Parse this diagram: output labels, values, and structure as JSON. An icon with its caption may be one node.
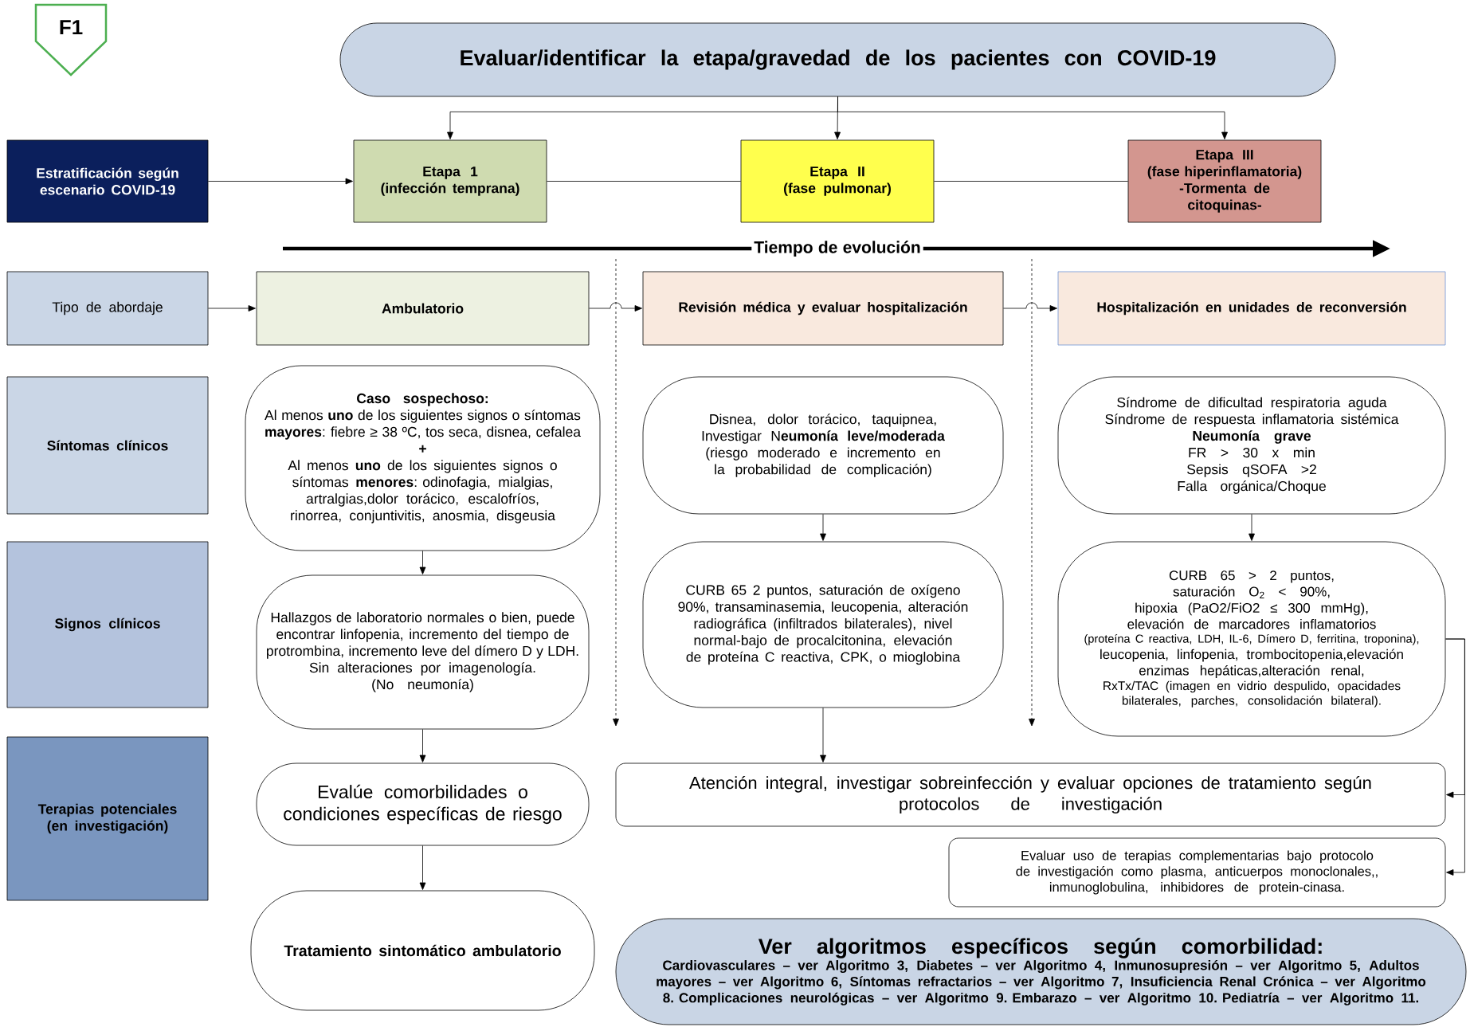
{
  "diagram": {
    "nodes": [
      {
        "text": [
          "F1"
        ]
      },
      {
        "text": [
          "Evaluar/identificar la etapa/gravedad de los pacientes con COVID-19"
        ]
      },
      {
        "text": [
          "Estratificación según escenario COVID-19"
        ]
      },
      {
        "text": [
          "Etapa 1",
          "(infección temprana)"
        ]
      },
      {
        "text": [
          "Etapa II",
          "(fase pulmonar)"
        ]
      },
      {
        "text": [
          "Etapa III",
          "(fase hiperinflamatoria)",
          "-Tormenta de citoquinas-"
        ]
      },
      {
        "text": [
          "Tipo de abordaje"
        ]
      },
      {
        "text": [
          "Ambulatorio"
        ]
      },
      {
        "text": [
          "Revisión médica y evaluar hospitalización"
        ]
      },
      {
        "text": [
          "Hospitalización en unidades de reconversión"
        ]
      },
      {
        "text": [
          "Síntomas clínicos"
        ]
      },
      {
        "text": [
          "Signos clínicos"
        ]
      },
      {
        "text": [
          "Terapias potenciales (en investigación)"
        ]
      },
      {
        "text": [
          "Caso sospechoso:",
          "Al menos **uno** de los siguientes signos o síntomas **mayores**: fiebre ≥ 38 ºC, tos seca, disnea, cefalea",
          "+",
          "Al menos **uno** de los siguientes signos o síntomas **menores**: odinofagia, mialgias, artralgias,dolor torácico, escalofríos, rinorrea, conjuntivitis, anosmia, disgeusia"
        ]
      },
      {
        "text": [
          "Disnea, dolor torácico, taquipnea,",
          "Investigar N**eumonía leve/moderada**",
          "(riesgo moderado e incremento en la probabilidad de complicación)"
        ]
      },
      {
        "text": [
          "Síndrome de dificultad respiratoria aguda",
          "Síndrome de respuesta inflamatoria sistémica",
          "Neumonía grave",
          "FR > 30 x min",
          "Sepsis qSOFA >2",
          "Falla orgánica/Choque"
        ]
      },
      {
        "text": [
          "Hallazgos de laboratorio normales o bien, puede encontrar linfopenia, incremento del tiempo de protrombina, incremento leve del dímero D y LDH.",
          "Sin alteraciones por imagenología.",
          "(No neumonía)"
        ]
      },
      {
        "text": [
          "CURB 65 2 puntos,  saturación de oxígeno 90%, transaminasemia, leucopenia, alteración radiográfica (infiltrados bilaterales), nivel normal-bajo de procalcitonina, elevación de proteína C reactiva, CPK, o mioglobina"
        ]
      },
      {
        "text": [
          "CURB 65 > 2 puntos,",
          "saturación O$_{2}$ < 90%,",
          "hipoxia (PaO2/FiO2 ≤ 300 mmHg),",
          "elevación de marcadores inflamatorios",
          "(proteína C reactiva, LDH, IL-6, Dímero D, ferritina, troponina),",
          "leucopenia, linfopenia, trombocitopenia,elevación enzimas hepáticas,alteración renal,",
          "RxTx/TAC (imagen en vidrio despulido, opacidades bilaterales, parches, consolidación bilateral)."
        ]
      },
      {
        "text": [
          "Evalúe comorbilidades o condiciones específicas de riesgo"
        ]
      },
      {
        "text": [
          "Atención integral, investigar sobreinfección y evaluar opciones de tratamiento según protocolos de investigación"
        ]
      },
      {
        "text": [
          "Evaluar uso de terapias complementarias bajo protocolo de investigación como plasma, anticuerpos monoclonales,, inmunoglobulina, inhibidores de protein-cinasa."
        ]
      },
      {
        "text": [
          "Tratamiento sintomático ambulatorio"
        ]
      },
      {
        "text": [
          "Ver algoritmos específicos según comorbilidad:",
          "Cardiovasculares – ver Algoritmo 3, Diabetes – ver Algoritmo 4, Inmunosupresión – ver Algoritmo 5, Adultos mayores – ver Algoritmo 6, Síntomas refractarios – ver Algoritmo 7, Insuficiencia Renal Crónica – ver Algoritmo 8. Complicaciones neurológicas – ver Algoritmo 9. Embarazo – ver Algoritmo 10. Pediatría – ver Algoritmo 11."
        ]
      }
    ],
    "edges": [
      {
        "from": 1,
        "to": 3,
        "arrow": "to"
      },
      {
        "from": 1,
        "to": 4,
        "arrow": "to"
      },
      {
        "from": 1,
        "to": 5,
        "arrow": "to"
      },
      {
        "from": 2,
        "to": 3,
        "arrow": "to"
      },
      {
        "from": 3,
        "to": 4,
        "arrow": "none"
      },
      {
        "from": 4,
        "to": 5,
        "arrow": "none"
      },
      {
        "from": 6,
        "to": 7,
        "arrow": "to"
      },
      {
        "from": 7,
        "to": 8,
        "arrow": "to"
      },
      {
        "from": 8,
        "to": 9,
        "arrow": "to"
      },
      {
        "from": 13,
        "to": 16,
        "arrow": "to"
      },
      {
        "from": 16,
        "to": 19,
        "arrow": "to"
      },
      {
        "from": 19,
        "to": 22,
        "arrow": "to"
      },
      {
        "from": 14,
        "to": 17,
        "arrow": "to"
      },
      {
        "from": 17,
        "to": 20,
        "arrow": "to"
      },
      {
        "from": 15,
        "to": 18,
        "arrow": "to"
      },
      {
        "from": 18,
        "to": 20,
        "arrow": "to"
      },
      {
        "from": 18,
        "to": 21,
        "arrow": "to"
      }
    ],
    "labels": [
      "Tiempo de evolución"
    ]
  }
}
